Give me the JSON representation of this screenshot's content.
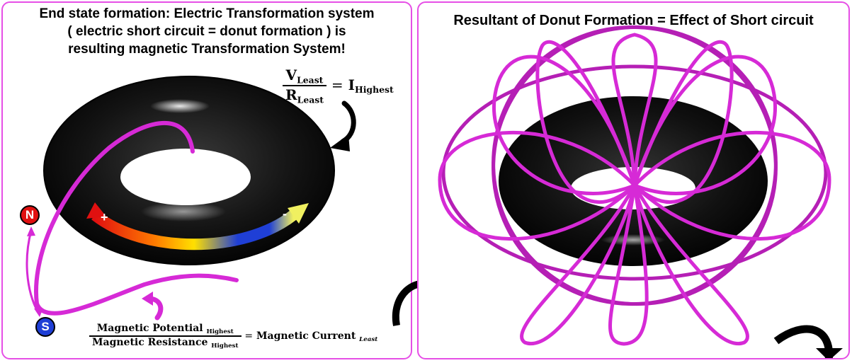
{
  "left_panel": {
    "title_lines": [
      "End state formation: Electric Transformation system",
      "( electric short circuit = donut formation ) is",
      "resulting magnetic Transformation System!"
    ],
    "top_equation": {
      "num_main": "V",
      "num_sub": "Least",
      "den_main": "R",
      "den_sub": "Least",
      "rhs_main": "I",
      "rhs_sub": "Highest"
    },
    "bottom_equation": {
      "num_main": "Magnetic Potential ",
      "num_sub": "Highest",
      "den_main": "Magnetic Resistance ",
      "den_sub": "Highest",
      "rhs_main": "Magnetic Current ",
      "rhs_sub": "Least"
    },
    "north_label": "N",
    "south_label": "S",
    "plus_sign": "+",
    "minus_sign": "-",
    "colors": {
      "border": "#e64fe6",
      "loop": "#d62ad6",
      "north": "#e01010",
      "south": "#1f3fd6"
    }
  },
  "right_panel": {
    "title": "Resultant of Donut Formation = Effect of  Short circuit"
  }
}
